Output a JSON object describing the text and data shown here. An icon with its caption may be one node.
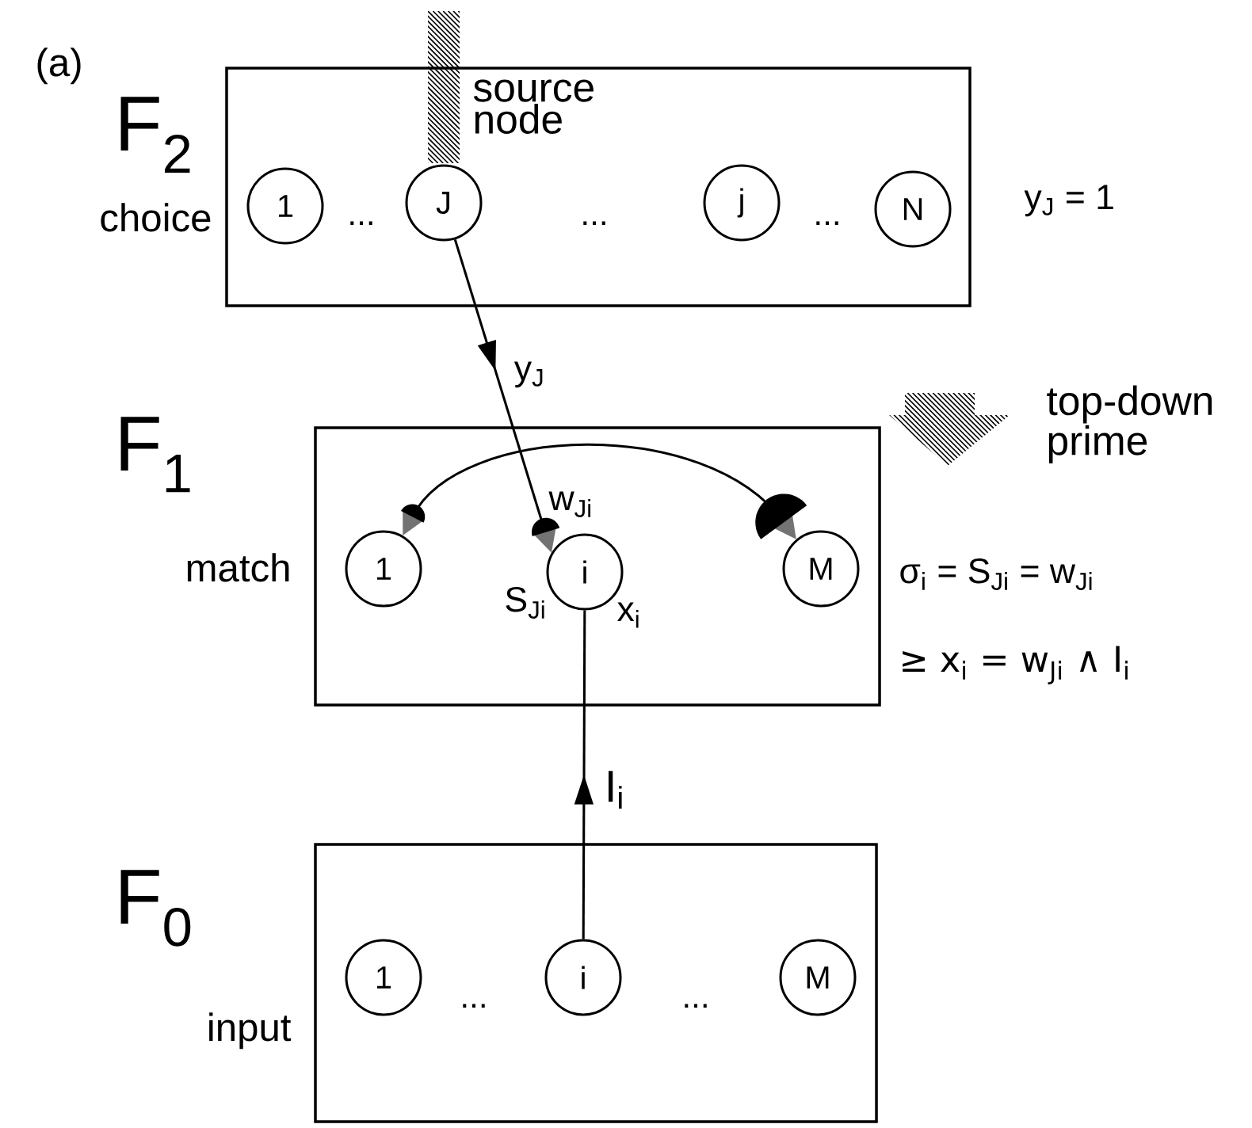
{
  "diagram": {
    "nodes": [
      {
        "text": [
          "F$_{2}$",
          "choice"
        ]
      },
      {
        "text": [
          "1"
        ],
        "in": 0
      },
      {
        "text": [
          "J"
        ],
        "in": 0,
        "beside": [
          "source node"
        ]
      },
      {
        "text": [
          "j"
        ],
        "in": 0
      },
      {
        "text": [
          "N"
        ],
        "in": 0
      },
      {
        "text": [
          "F$_{1}$",
          "match"
        ]
      },
      {
        "text": [
          "1"
        ],
        "in": 5
      },
      {
        "text": [
          "i"
        ],
        "in": 5
      },
      {
        "text": [
          "M"
        ],
        "in": 5
      },
      {
        "text": [
          "F$_{0}$",
          "input"
        ]
      },
      {
        "text": [
          "1"
        ],
        "in": 9
      },
      {
        "text": [
          "i"
        ],
        "in": 9
      },
      {
        "text": [
          "M"
        ],
        "in": 9
      }
    ],
    "edges": [
      {
        "from": 2,
        "to": 7,
        "arrow": "to",
        "label": "y$_{J}$"
      },
      {
        "from": 11,
        "to": 7,
        "arrow": "to",
        "label": "I$_{i}$"
      },
      {
        "from": 6,
        "to": 8,
        "arrow": "both"
      }
    ],
    "labels": [
      "(a)",
      "...",
      "...",
      "...",
      "y$_{J}$ = 1",
      "top-down prime",
      "w$_{Ji}$",
      "σ$_{i}$ =  S$_{Ji}$ = w$_{Ji}$",
      "S$_{Ji}$",
      "x$_{i}$",
      "≥ x$_{i}$ = w$_{Ji}$ ∧ I$_{i}$",
      "...",
      "..."
    ]
  }
}
